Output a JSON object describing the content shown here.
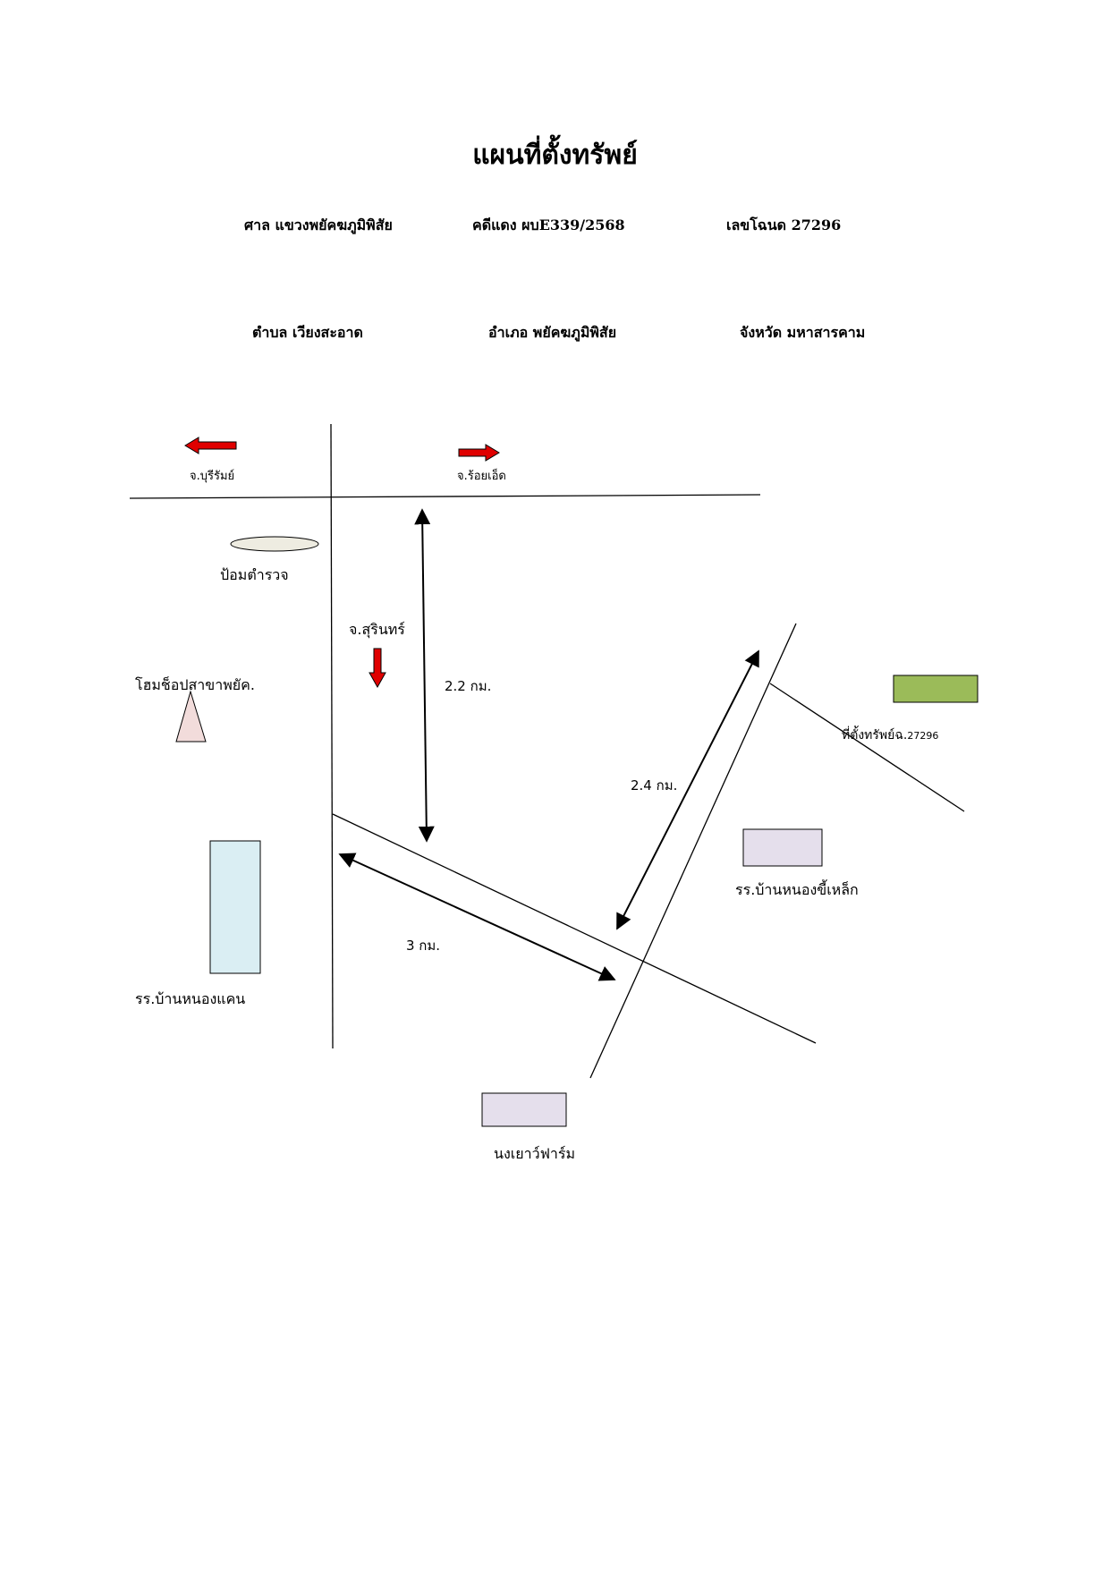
{
  "document": {
    "title": "แผนที่ตั้งทรัพย์",
    "court": "ศาล แขวงพยัคฆภูมิพิสัย",
    "case": "คดีแดง  ผบE339/2568",
    "deed": "เลขโฉนด 27296",
    "subdistrict": "ตำบล   เวียงสะอาด",
    "district": "อำเภอ  พยัคฆภูมิพิสัย",
    "province": "จังหวัด มหาสารคาม"
  },
  "map": {
    "directions": {
      "buriram": "จ.บุรีรัมย์",
      "roiet": "จ.ร้อยเอ็ด",
      "surin": "จ.สุรินทร์"
    },
    "landmarks": {
      "police_box": "ป้อมตำรวจ",
      "homeshop": "โฮมช็อปสาขาพยัค.",
      "school_nongkhaen": "รร.บ้านหนองแคน",
      "school_nongkhilek": "รร.บ้านหนองขี้เหล็ก",
      "farm": "นงเยาว์ฟาร์ม",
      "property": "ที่ตั้งทรัพย์ฉ.",
      "property_number": "27296"
    },
    "distances": {
      "d1": "2.2 กม.",
      "d2": "2.4 กม.",
      "d3": "3 กม."
    },
    "colors": {
      "direction_arrow": "#e00000",
      "property": "#9bbb59",
      "school_nongkhaen": "#daeef3",
      "school_nongkhilek": "#e5dfec",
      "farm": "#e5dfec",
      "police_box": "#eeece1",
      "homeshop": "#f2dcdb"
    }
  }
}
